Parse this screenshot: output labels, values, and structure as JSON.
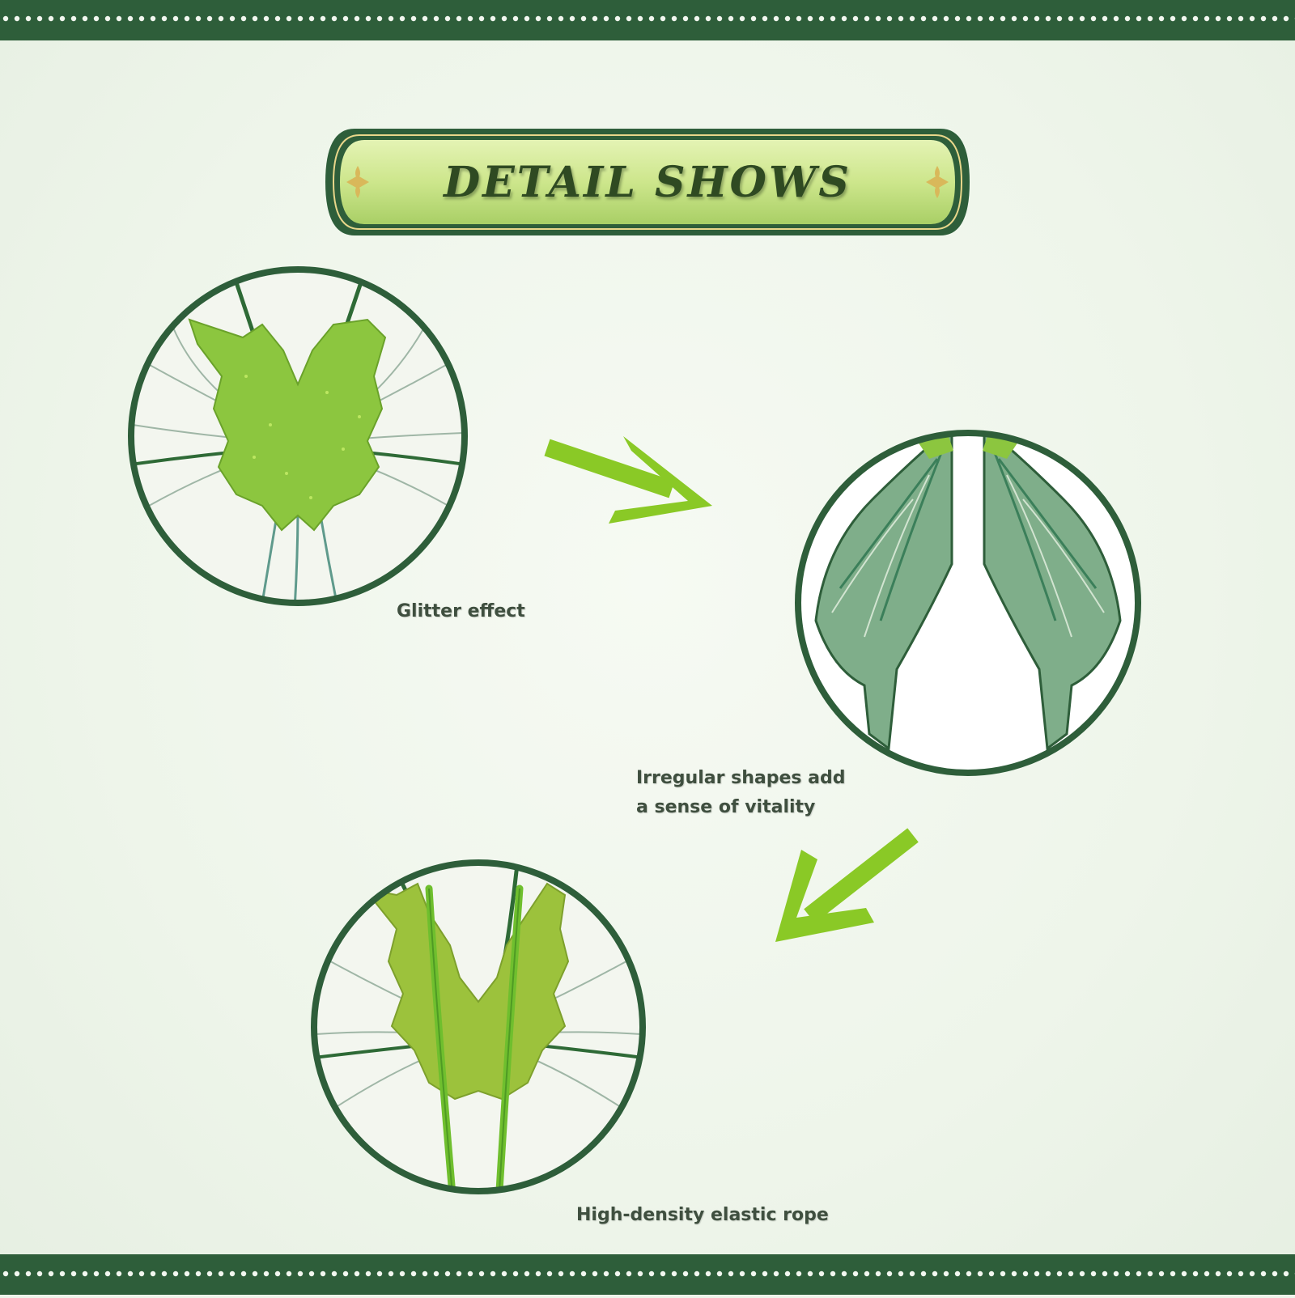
{
  "banner": {
    "title": "DETAIL SHOWS"
  },
  "details": [
    {
      "caption_lines": [
        "Glitter effect"
      ]
    },
    {
      "caption_lines": [
        "Irregular shapes add",
        "a sense of vitality"
      ]
    },
    {
      "caption_lines": [
        "High-density elastic rope"
      ]
    }
  ],
  "colors": {
    "frame_green": "#2e5e3a",
    "accent_lime": "#8ac926",
    "banner_light": "#d6ec9a",
    "text_dark": "#3f4f3f"
  }
}
